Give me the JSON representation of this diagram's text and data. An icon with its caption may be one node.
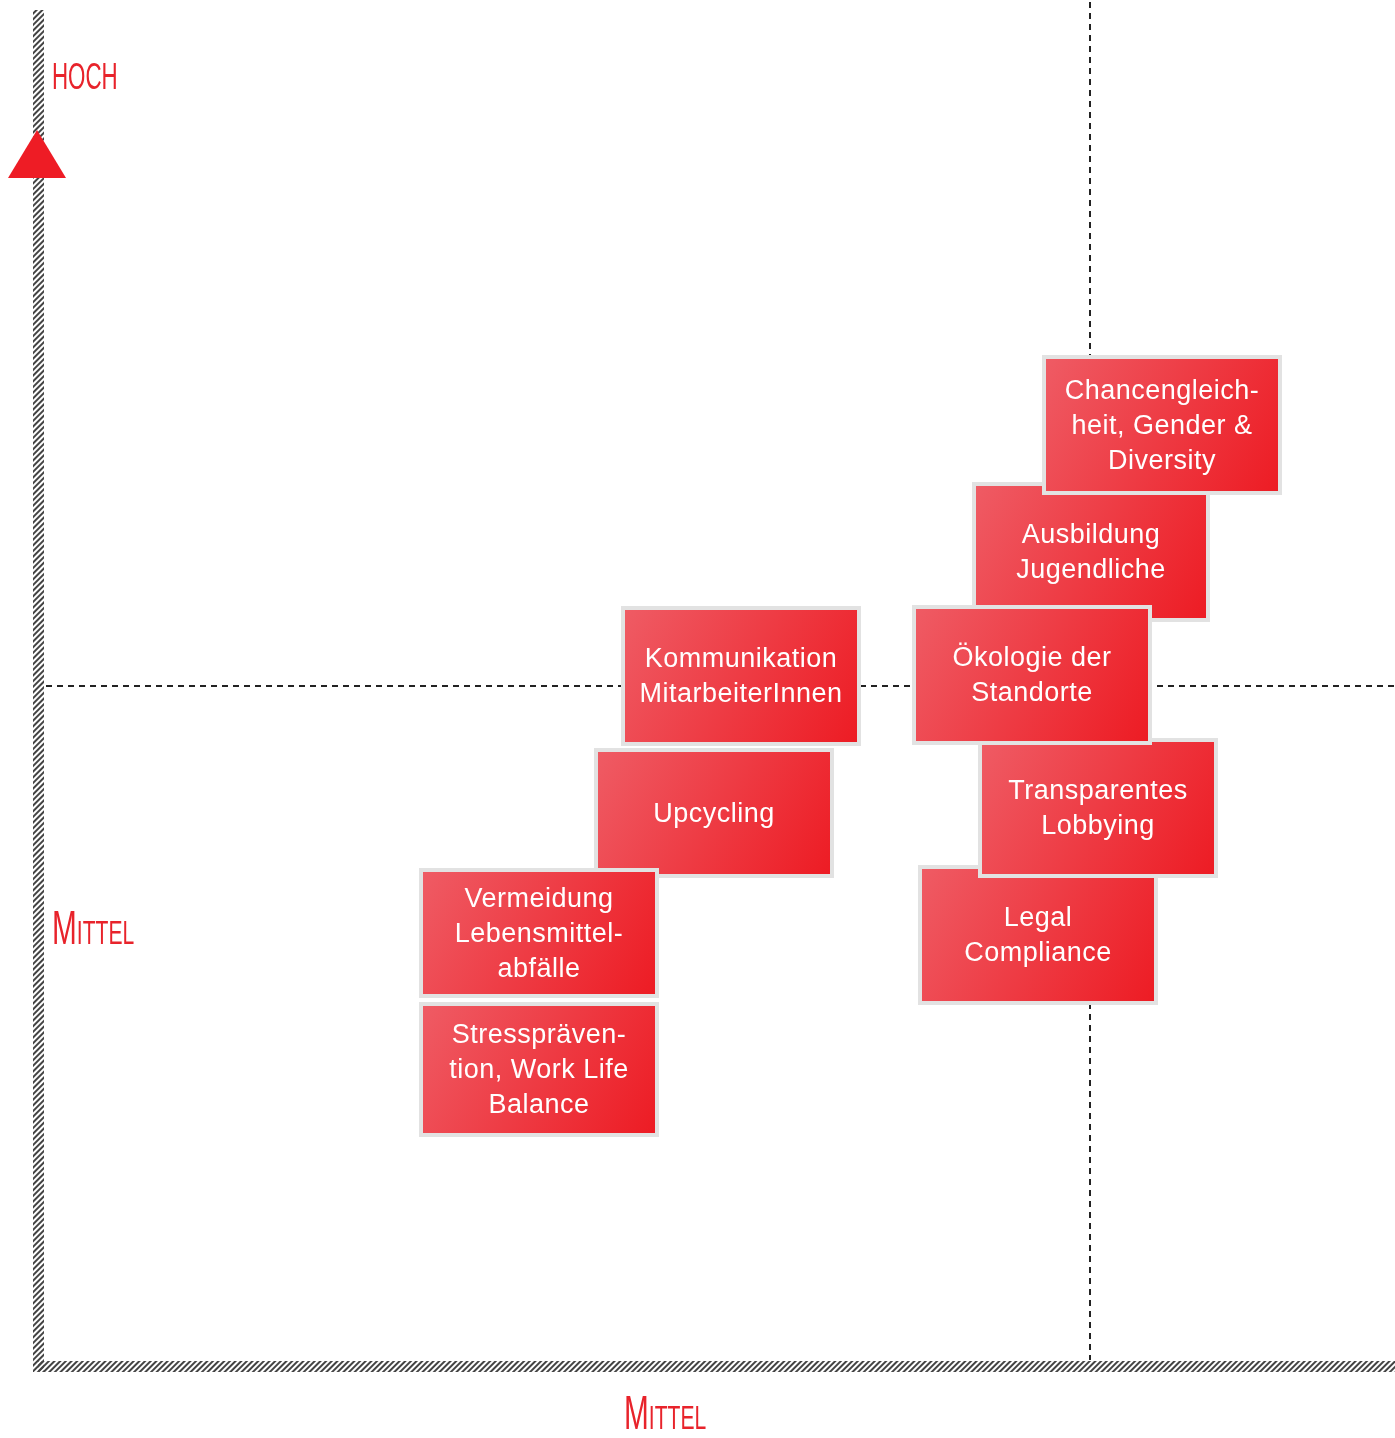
{
  "diagram": {
    "nodes": [
      {
        "text": [
          "Chancengleich-heit, Gender & Diversity"
        ]
      },
      {
        "text": [
          "Ausbildung Jugendliche"
        ]
      },
      {
        "text": [
          "Ökologie der Standorte"
        ]
      },
      {
        "text": [
          "Kommunikation MitarbeiterInnen"
        ]
      },
      {
        "text": [
          "Upcycling"
        ]
      },
      {
        "text": [
          "Transparentes Lobbying"
        ]
      },
      {
        "text": [
          "Vermeidung Lebensmittel-abfälle"
        ]
      },
      {
        "text": [
          "Legal Compliance"
        ]
      },
      {
        "text": [
          "Stresspräven-tion, Work Life Balance"
        ]
      }
    ],
    "edges": [],
    "labels": [
      "HOCH",
      "Mittel",
      "Mittel"
    ]
  }
}
